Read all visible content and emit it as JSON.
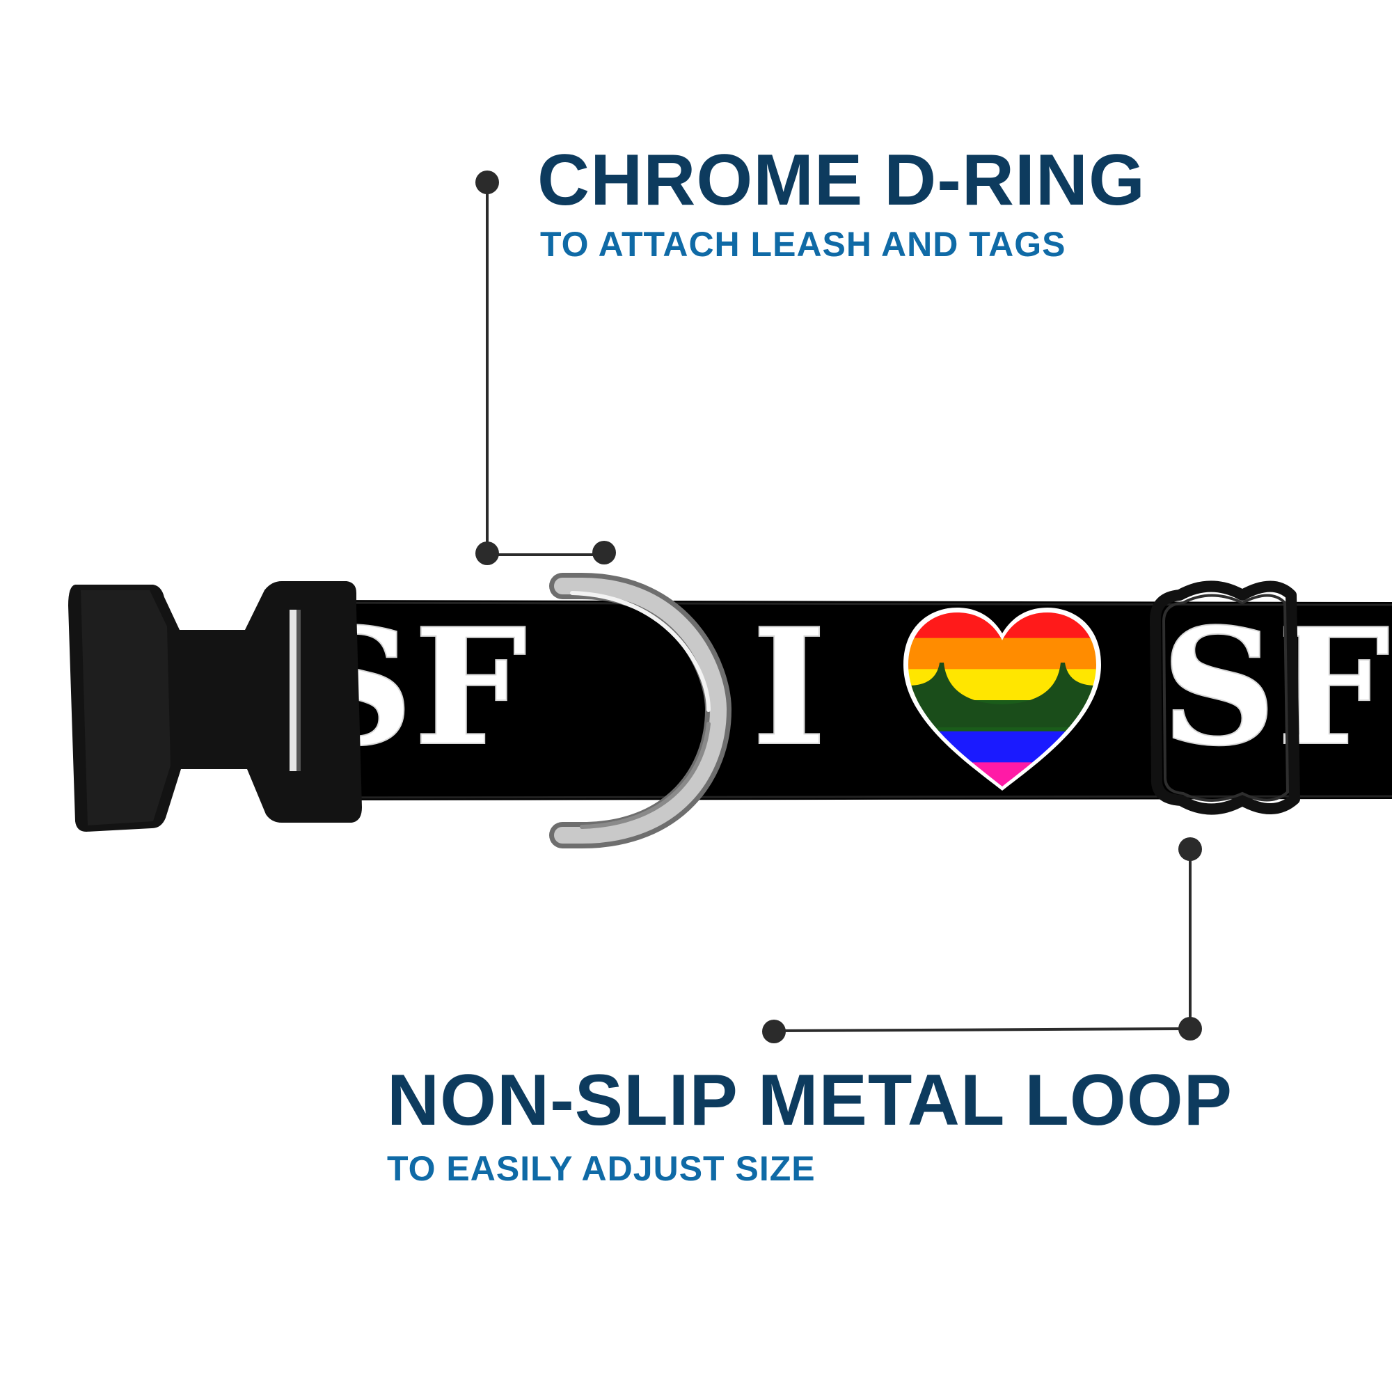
{
  "callouts": {
    "d_ring": {
      "title": "CHROME D-RING",
      "subtitle": "TO ATTACH LEASH AND TAGS"
    },
    "metal_loop": {
      "title": "NON-SLIP METAL LOOP",
      "subtitle": "TO EASILY ADJUST SIZE"
    }
  },
  "collar": {
    "print_left": "SF",
    "print_i": "I",
    "print_right": "SF",
    "strap_color": "#000000",
    "print_color": "#ffffff",
    "heart_stripes": [
      "#ff1a1a",
      "#ff8c00",
      "#ffe600",
      "#1a5c1a",
      "#1a1aff",
      "#ff1aa6"
    ]
  },
  "colors": {
    "title": "#0d3b5e",
    "subtitle": "#0f6aa6",
    "leader_line": "#2b2b2b"
  }
}
